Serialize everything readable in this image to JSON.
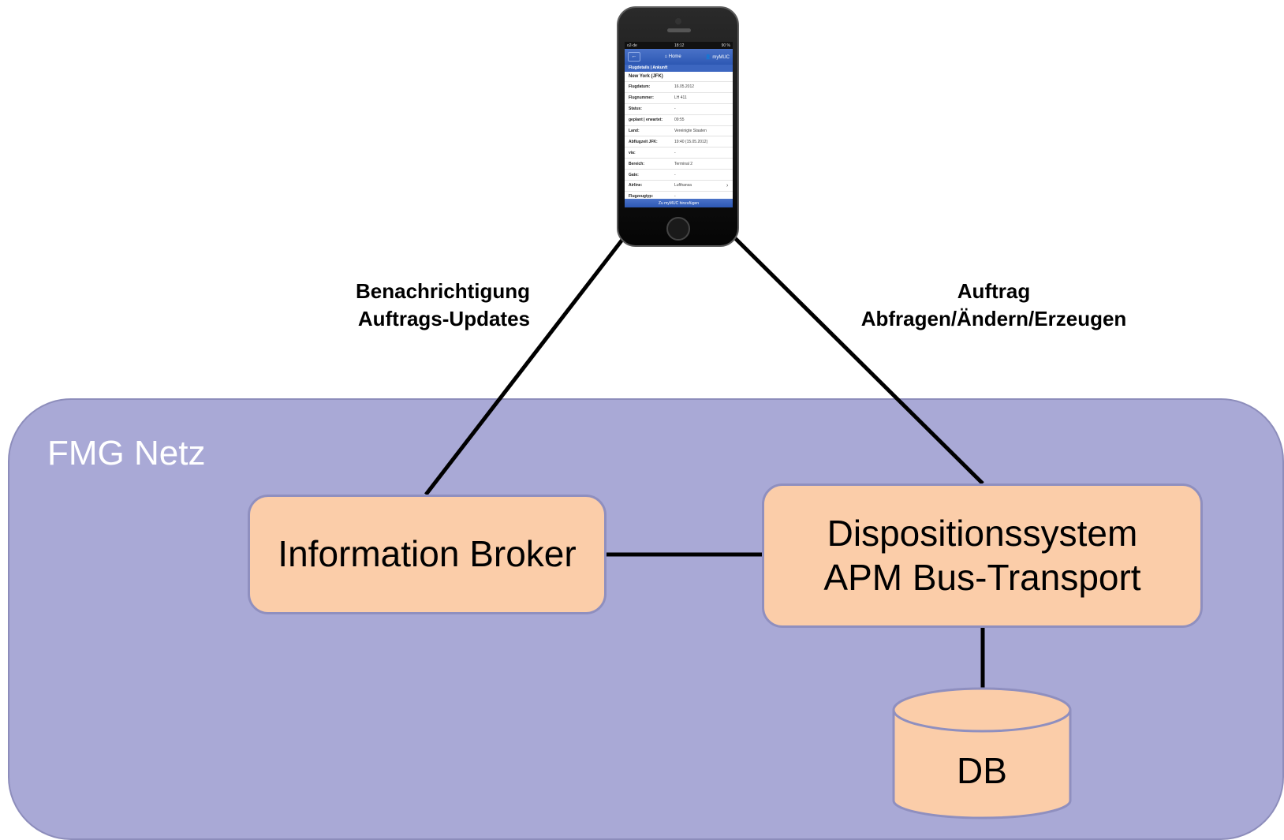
{
  "network": {
    "label": "FMG Netz"
  },
  "nodes": {
    "broker": {
      "label": "Information Broker"
    },
    "dispo": {
      "line1": "Dispositionssystem",
      "line2": "APM Bus-Transport"
    },
    "db": {
      "label": "DB"
    }
  },
  "edges": {
    "left": {
      "line1": "Benachrichtigung",
      "line2": "Auftrags-Updates"
    },
    "right": {
      "line1": "Auftrag",
      "line2": "Abfragen/Ändern/Erzeugen"
    }
  },
  "phone": {
    "status_left": "o2-de",
    "status_time": "18:12",
    "status_right": "90 %",
    "nav_back": "←",
    "nav_home": "Home",
    "nav_mymuc": "myMUC",
    "section_title": "Flugdetails | Ankunft",
    "origin": "New York (JFK)",
    "rows": [
      {
        "k": "Flugdatum:",
        "v": "16.05.2012"
      },
      {
        "k": "Flugnummer:",
        "v": "LH 411"
      },
      {
        "k": "Status:",
        "v": "-"
      },
      {
        "k": "geplant | erwartet:",
        "v": "09:55"
      },
      {
        "k": "Land:",
        "v": "Vereinigte Staaten"
      },
      {
        "k": "Abflugzeit JFK:",
        "v": "19:40 (15.05.2012)"
      },
      {
        "k": "via:",
        "v": "-"
      },
      {
        "k": "Bereich:",
        "v": "Terminal 2"
      },
      {
        "k": "Gate:",
        "v": "-"
      },
      {
        "k": "Airline:",
        "v": "Lufthansa"
      },
      {
        "k": "Flugzeugtyp:",
        "v": "-"
      }
    ],
    "bottom_bar": "Zu myMUC hinzufügen"
  },
  "colors": {
    "network_fill": "#a9a9d6",
    "node_fill": "#fbcda9",
    "node_border": "#8f8fbf",
    "line": "#000000"
  }
}
